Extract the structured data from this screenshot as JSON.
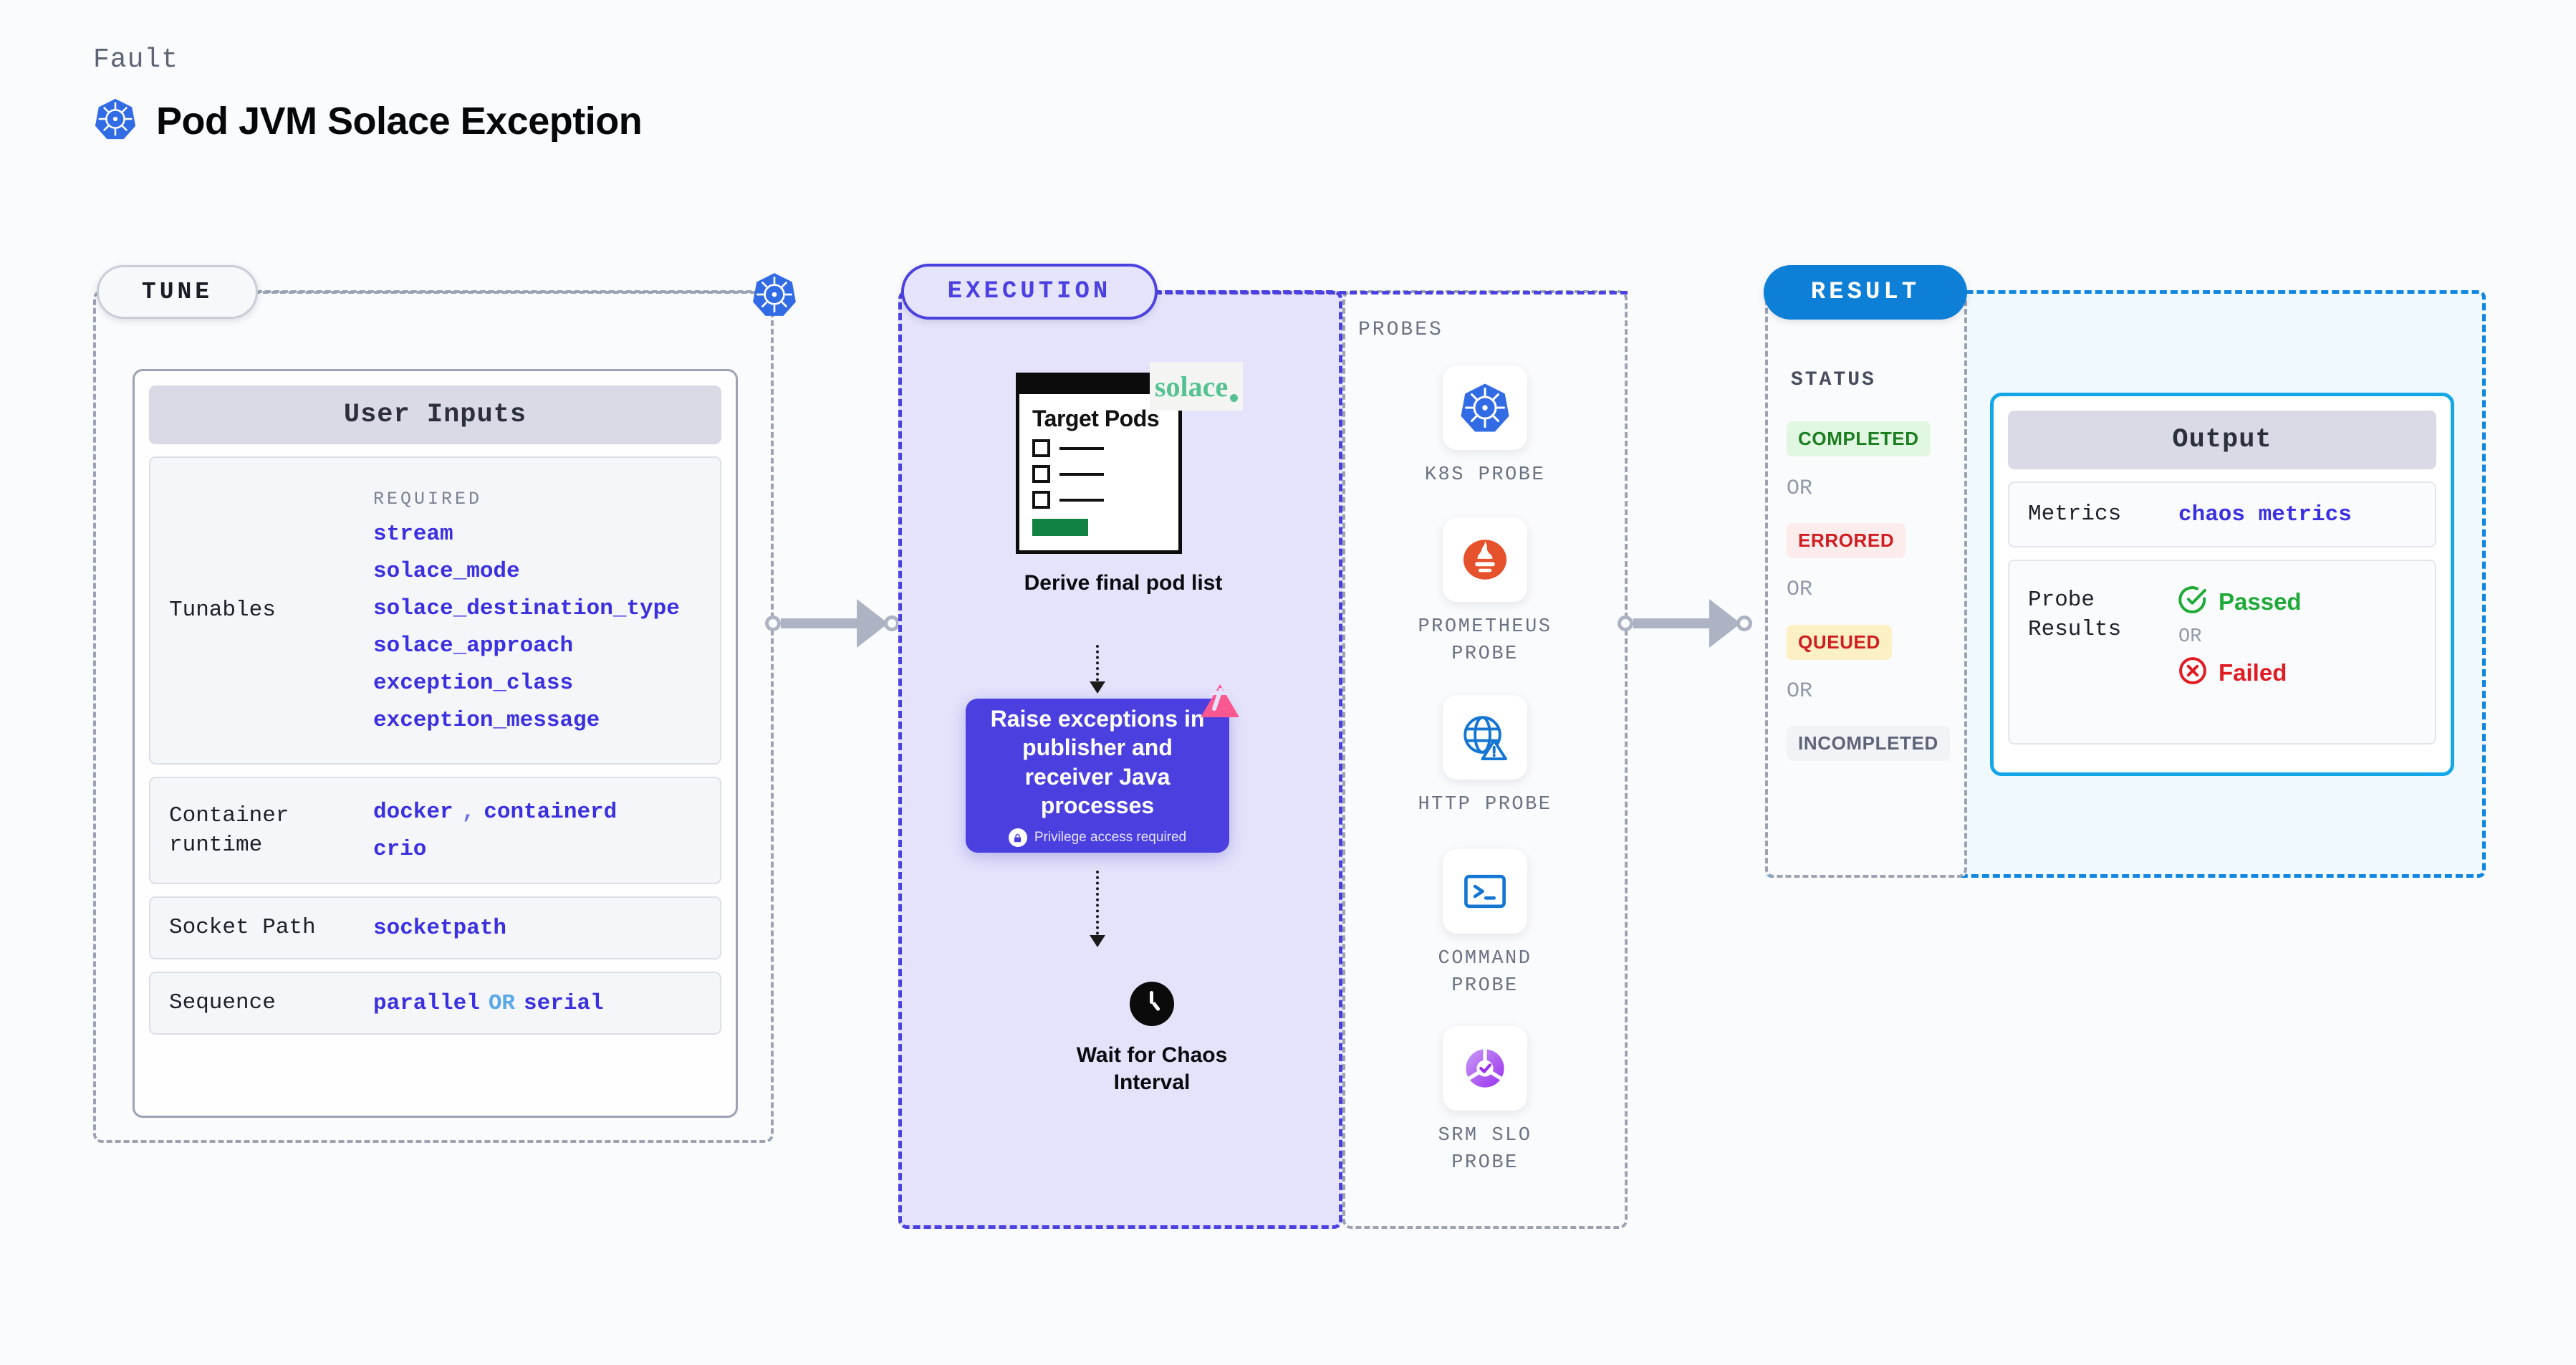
{
  "header": {
    "eyebrow": "Fault",
    "title": "Pod JVM Solace Exception",
    "icon": "kubernetes-icon"
  },
  "stages": {
    "tune": {
      "label": "TUNE"
    },
    "execution": {
      "label": "EXECUTION"
    },
    "probes": {
      "label": "PROBES"
    },
    "result": {
      "label": "RESULT"
    }
  },
  "tune": {
    "card_title": "User Inputs",
    "rows": [
      {
        "key": "Tunables",
        "required_tag": "REQUIRED",
        "values": [
          "stream",
          "solace_mode",
          "solace_destination_type",
          "solace_approach",
          "exception_class",
          "exception_message"
        ]
      },
      {
        "key": "Container runtime",
        "values": [
          "docker",
          "containerd",
          "crio"
        ],
        "separator": ","
      },
      {
        "key": "Socket Path",
        "values": [
          "socketpath"
        ]
      },
      {
        "key": "Sequence",
        "values": [
          "parallel",
          "serial"
        ],
        "joiner": "OR"
      }
    ]
  },
  "execution": {
    "pod_list": {
      "title": "Target Pods",
      "brand": "solace",
      "items": 3
    },
    "step1_caption": "Derive final pod list",
    "action": {
      "text": "Raise exceptions in publisher and receiver Java processes",
      "privilege_note": "Privilege access required",
      "icon": "lock-icon",
      "mark": "litmus-logo"
    },
    "step3_caption": "Wait for Chaos Interval",
    "clock_icon": "clock-icon"
  },
  "probes": [
    {
      "name": "K8S PROBE",
      "icon": "kubernetes-icon"
    },
    {
      "name": "PROMETHEUS PROBE",
      "icon": "prometheus-icon"
    },
    {
      "name": "HTTP PROBE",
      "icon": "globe-warning-icon"
    },
    {
      "name": "COMMAND PROBE",
      "icon": "terminal-icon"
    },
    {
      "name": "SRM SLO PROBE",
      "icon": "srm-slo-icon"
    }
  ],
  "result": {
    "status_heading": "STATUS",
    "or_label": "OR",
    "statuses": [
      {
        "label": "COMPLETED",
        "bg": "#e2f7e1",
        "fg": "#1a7d1f"
      },
      {
        "label": "ERRORED",
        "bg": "#fdecec",
        "fg": "#cf1d20"
      },
      {
        "label": "QUEUED",
        "bg": "#fdf0c4",
        "fg": "#cf1d20"
      },
      {
        "label": "INCOMPLETED",
        "bg": "#f2f3f7",
        "fg": "#5e6478"
      }
    ]
  },
  "output": {
    "card_title": "Output",
    "metrics_key": "Metrics",
    "metrics_value": "chaos metrics",
    "probe_results_key": "Probe Results",
    "passed_label": "Passed",
    "failed_label": "Failed",
    "or_label": "OR",
    "passed_icon": "check-circle-icon",
    "failed_icon": "x-circle-icon"
  },
  "colors": {
    "accent_purple": "#4b3fe0",
    "accent_blue": "#0d7fd6",
    "output_border": "#14a7e8",
    "tune_border": "#9aa2b4",
    "value_text": "#3b30e0",
    "pass_green": "#1faa38",
    "fail_red": "#e01b22",
    "litmus_pink": "#f9578f",
    "solace_green": "#55c391"
  }
}
